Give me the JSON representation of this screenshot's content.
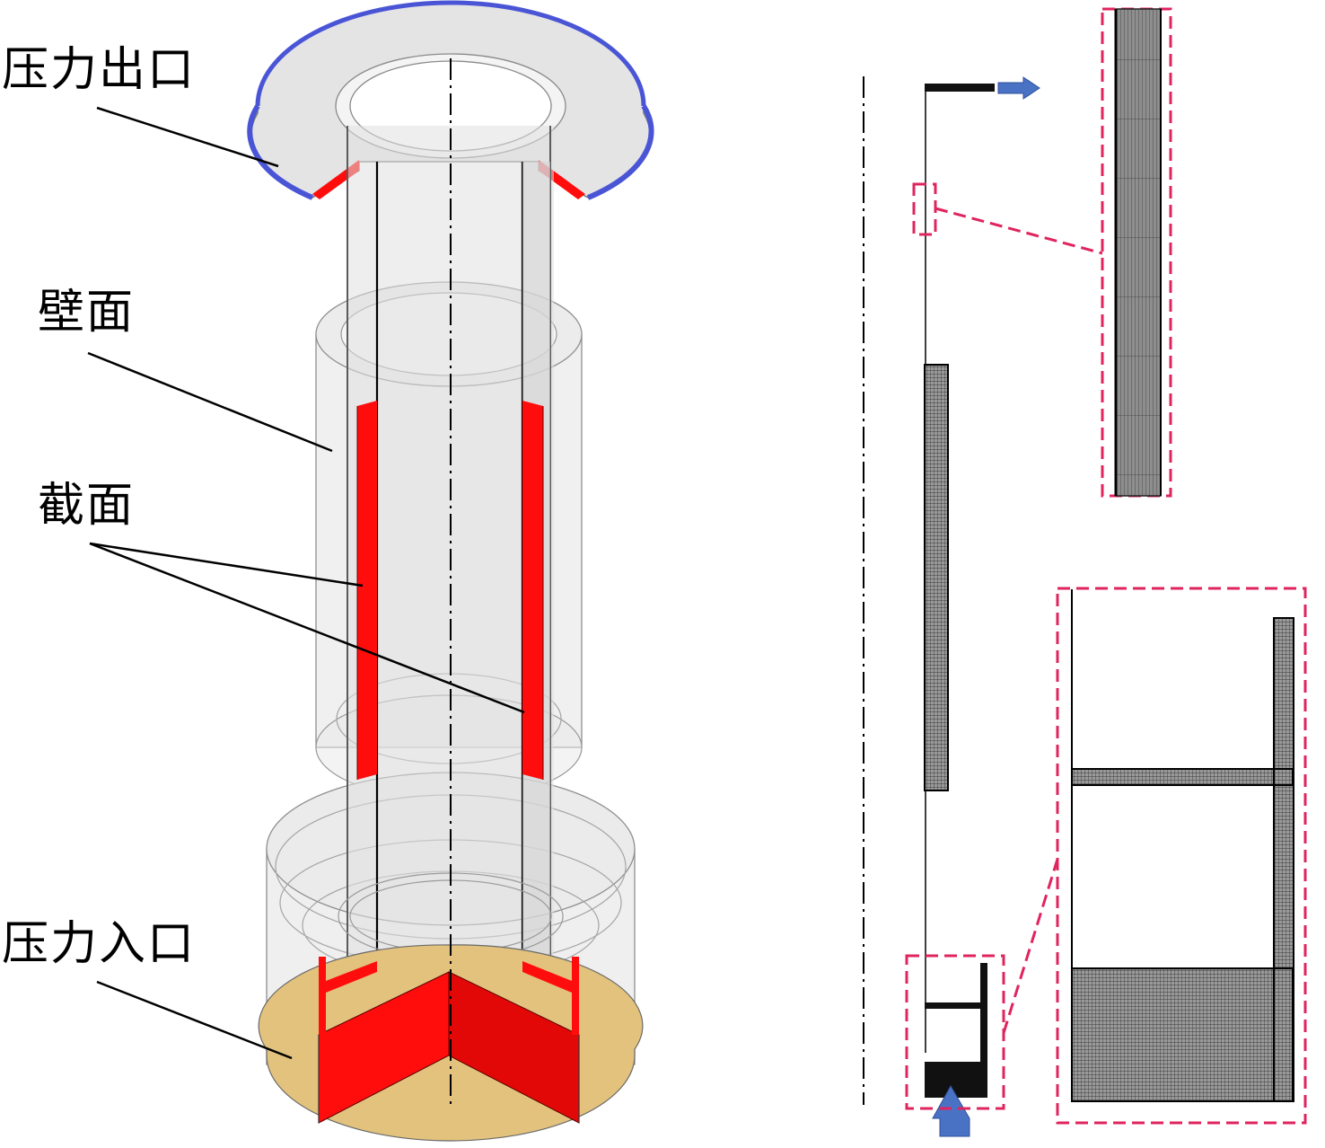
{
  "labels": {
    "pressure_outlet": "压力出口",
    "wall": "壁面",
    "section": "截面",
    "pressure_inlet": "压力入口"
  },
  "colors": {
    "section_red": "#ff0d0d",
    "inlet_tan": "#e2c27d",
    "outlet_blue": "#4a55d6",
    "body_gray": "#e3e3e3",
    "edge_gray": "#8a8a8a",
    "zoom_frame": "#e0245e",
    "flow_arrow": "#4a72c4",
    "mesh_dark": "#1e1e1e"
  }
}
